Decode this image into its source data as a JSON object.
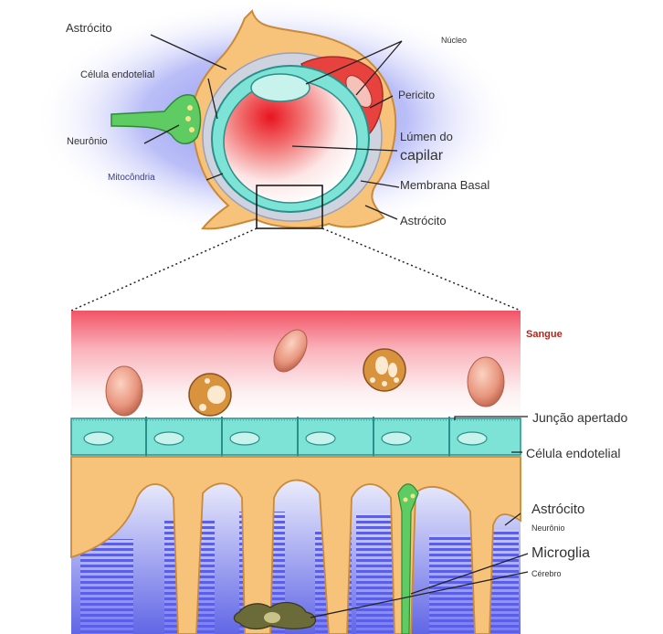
{
  "diagram": {
    "top_labels": {
      "astrocito_top": "Astrócito",
      "nucleo": "Núcleo",
      "celula_endotelial": "Célula endotelial",
      "pericito": "Pericito",
      "neuronio": "Neurônio",
      "lumen_line1": "Lúmen do",
      "lumen_line2": "capilar",
      "mitocondria": "Mitocôndria",
      "membrana_basal": "Membrana Basal",
      "astrocito_bottom": "Astrócito"
    },
    "bottom_labels": {
      "sangue": "Sangue",
      "juncao": "Junção apertado",
      "celula_endotelial": "Célula endotelial",
      "astrocito": "Astrócito",
      "neuronio": "Neurônio",
      "microglia": "Microglia",
      "cerebro": "Cérebro"
    },
    "colors": {
      "astrocyte": "#f7c27a",
      "astrocyte_stroke": "#c98a3a",
      "endothelium": "#7de3d6",
      "endothelium_stroke": "#2a8f8a",
      "pericyte": "#e8423f",
      "blood_top": "#f25c6b",
      "brain_blue": "#4a4ee0",
      "halo": "#b9bdf3",
      "neuron_green": "#5ecb63"
    }
  }
}
